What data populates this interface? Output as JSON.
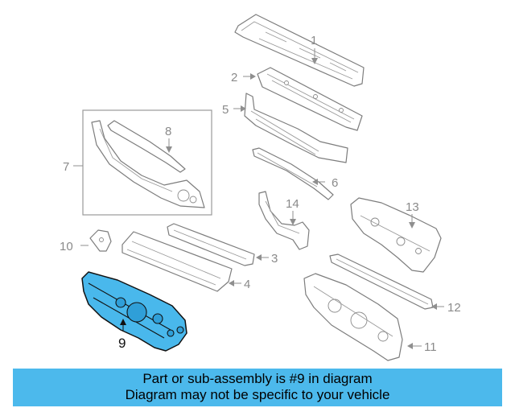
{
  "callouts": {
    "c1": "1",
    "c2": "2",
    "c3": "3",
    "c4": "4",
    "c5": "5",
    "c6": "6",
    "c7": "7",
    "c8": "8",
    "c9": "9",
    "c10": "10",
    "c11": "11",
    "c12": "12",
    "c13": "13",
    "c14": "14"
  },
  "highlight": {
    "part_number": "9",
    "fill_color": "#49b8ec"
  },
  "banner": {
    "line1": "Part or sub-assembly is #9 in diagram",
    "line2": "Diagram may not be specific to your vehicle",
    "color": "#4cb9ec"
  }
}
